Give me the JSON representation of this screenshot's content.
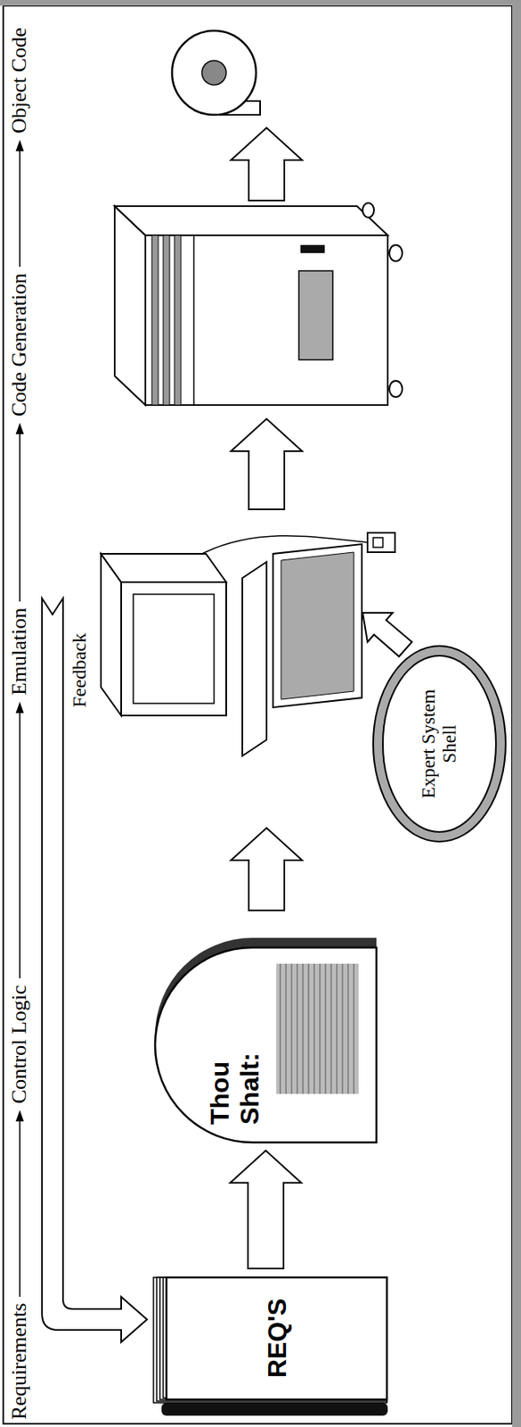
{
  "diagram": {
    "nodes": [
      {
        "text": [
          "REQ'S"
        ]
      },
      {
        "text": [
          "Thou Shalt:"
        ]
      },
      {
        "text": [
          "Expert System Shell"
        ]
      }
    ],
    "edges": [
      {
        "from": 0,
        "to": 1,
        "arrow": "to"
      }
    ],
    "labels": [
      "Requirements",
      "Control Logic",
      "Emulation",
      "Code Generation",
      "Object Code",
      "Feedback"
    ]
  }
}
